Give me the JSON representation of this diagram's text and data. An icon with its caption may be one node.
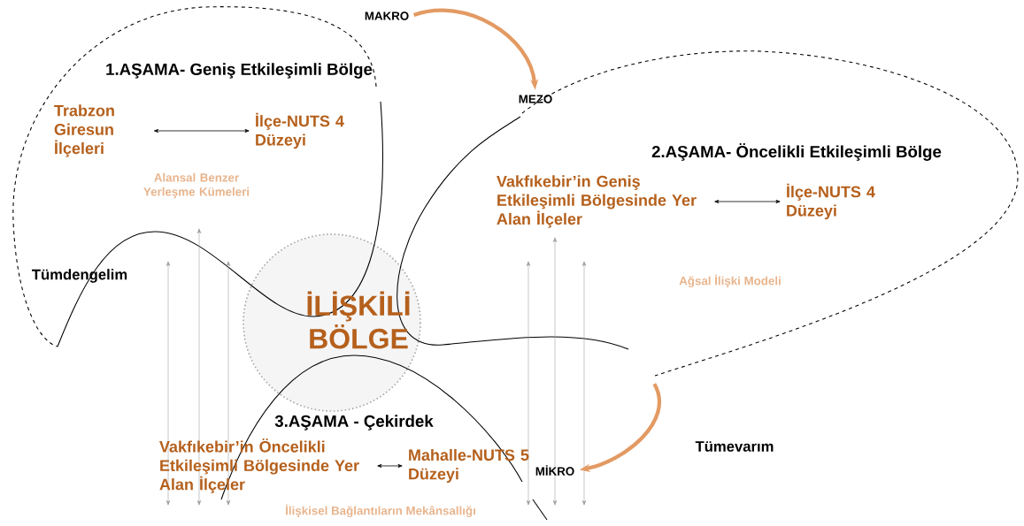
{
  "diagram": {
    "nodes": [
      {
        "text": [
          "MAKRO"
        ]
      },
      {
        "text": [
          "MEZO"
        ]
      },
      {
        "text": [
          "MİKRO"
        ]
      },
      {
        "text": [
          "Trabzon Giresun İlçeleri"
        ]
      },
      {
        "text": [
          "İlçe-NUTS 4 Düzeyi"
        ]
      },
      {
        "text": [
          "Vakfıkebir’in Geniş Etkileşimli Bölgesinde Yer Alan İlçeler"
        ]
      },
      {
        "text": [
          "İlçe-NUTS 4 Düzeyi"
        ]
      },
      {
        "text": [
          "Vakfıkebir’in Öncelikli Etkileşimli Bölgesinde Yer Alan İlçeler"
        ]
      },
      {
        "text": [
          "Mahalle-NUTS 5 Düzeyi"
        ]
      },
      {
        "text": [
          "İLİŞKİLİ BÖLGE"
        ]
      }
    ],
    "edges": [
      {
        "from": 0,
        "to": 1,
        "arrow": "to",
        "style": "thick",
        "color": "#e39a63"
      },
      {
        "from": null,
        "to": 2,
        "arrow": "to",
        "style": "thick",
        "color": "#e39a63"
      },
      {
        "from": 3,
        "to": 4,
        "arrow": "both"
      },
      {
        "from": 5,
        "to": 6,
        "arrow": "both"
      },
      {
        "from": 7,
        "to": 8,
        "arrow": "both"
      }
    ],
    "labels": [
      "1.AŞAMA- Geniş Etkileşimli Bölge",
      "Alansal Benzer Yerleşme Kümeleri",
      "2.AŞAMA- Öncelikli Etkileşimli Bölge",
      "Tümdengelim",
      "Ağsal İlişki Modeli",
      "3.AŞAMA - Çekirdek",
      "Tümevarım",
      "İlişkisel Bağlantıların Mekânsallığı"
    ]
  }
}
